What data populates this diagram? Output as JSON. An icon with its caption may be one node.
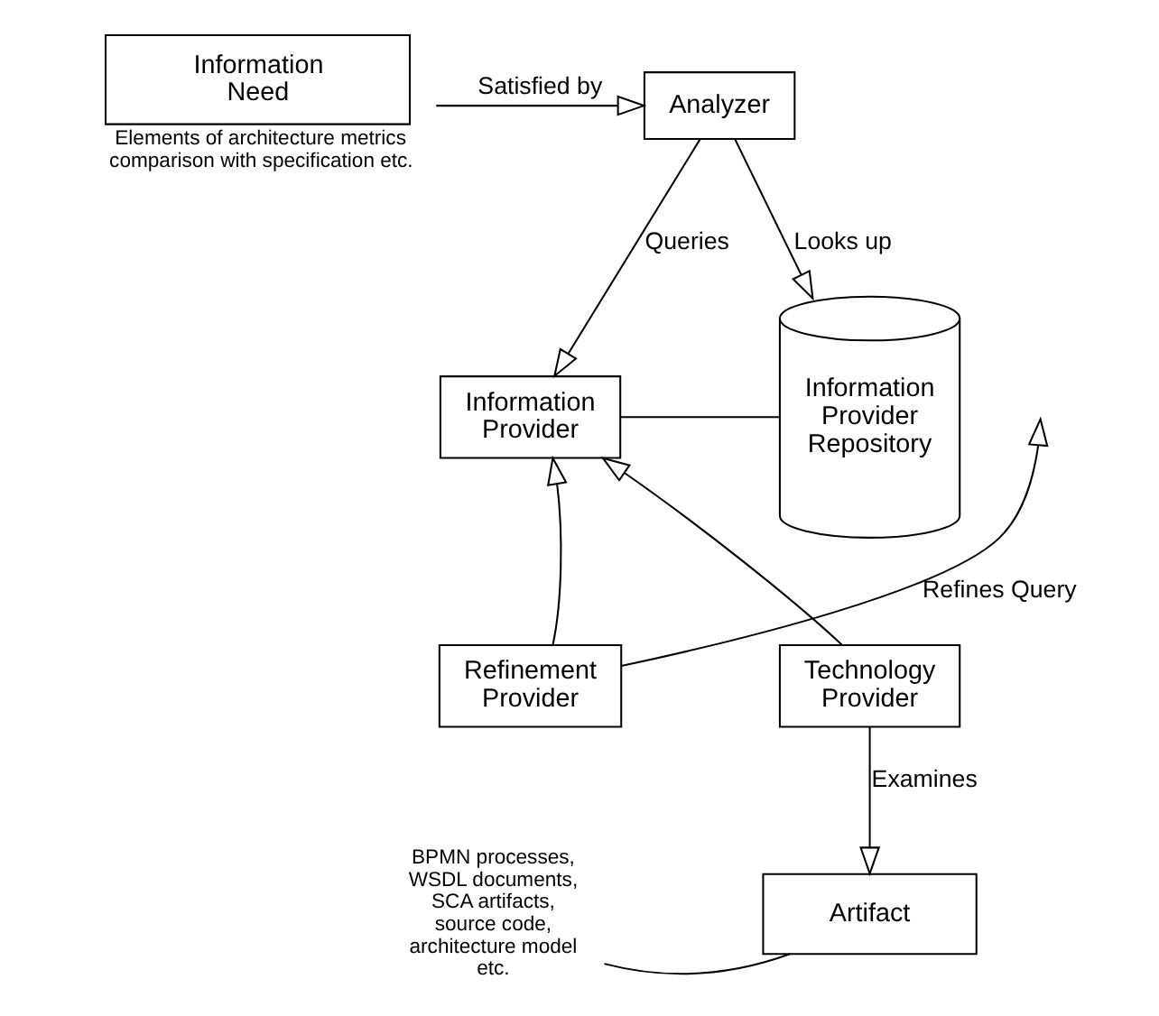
{
  "diagram": {
    "nodes": [
      {
        "text": [
          "Information Need"
        ],
        "beside": [
          "Elements of architecture metrics comparison with specification etc."
        ]
      },
      {
        "text": [
          "Analyzer"
        ]
      },
      {
        "text": [
          "Information Provider"
        ]
      },
      {
        "text": [
          "Information Provider Repository"
        ]
      },
      {
        "text": [
          "Refinement Provider"
        ]
      },
      {
        "text": [
          "Technology Provider"
        ]
      },
      {
        "text": [
          "BPMN processes, WSDL documents, SCA artifacts, source code, architecture model etc."
        ]
      },
      {
        "text": [
          "Artifact"
        ]
      }
    ],
    "edges": [
      {
        "from": 0,
        "to": 1,
        "arrow": "to",
        "label": "Satisfied by"
      },
      {
        "from": 1,
        "to": 3,
        "arrow": "to",
        "label": "Looks up"
      },
      {
        "from": 1,
        "to": 2,
        "arrow": "to",
        "label": "Queries"
      },
      {
        "from": 4,
        "to": null,
        "arrow": "to",
        "label": "Refines Query"
      },
      {
        "from": 4,
        "to": 2,
        "arrow": "to"
      },
      {
        "from": 5,
        "to": 2,
        "arrow": "to"
      },
      {
        "from": 2,
        "to": 3,
        "arrow": "none"
      },
      {
        "from": 5,
        "to": 7,
        "arrow": "to",
        "label": "Examines"
      },
      {
        "from": 6,
        "to": 7,
        "arrow": "none"
      }
    ]
  }
}
